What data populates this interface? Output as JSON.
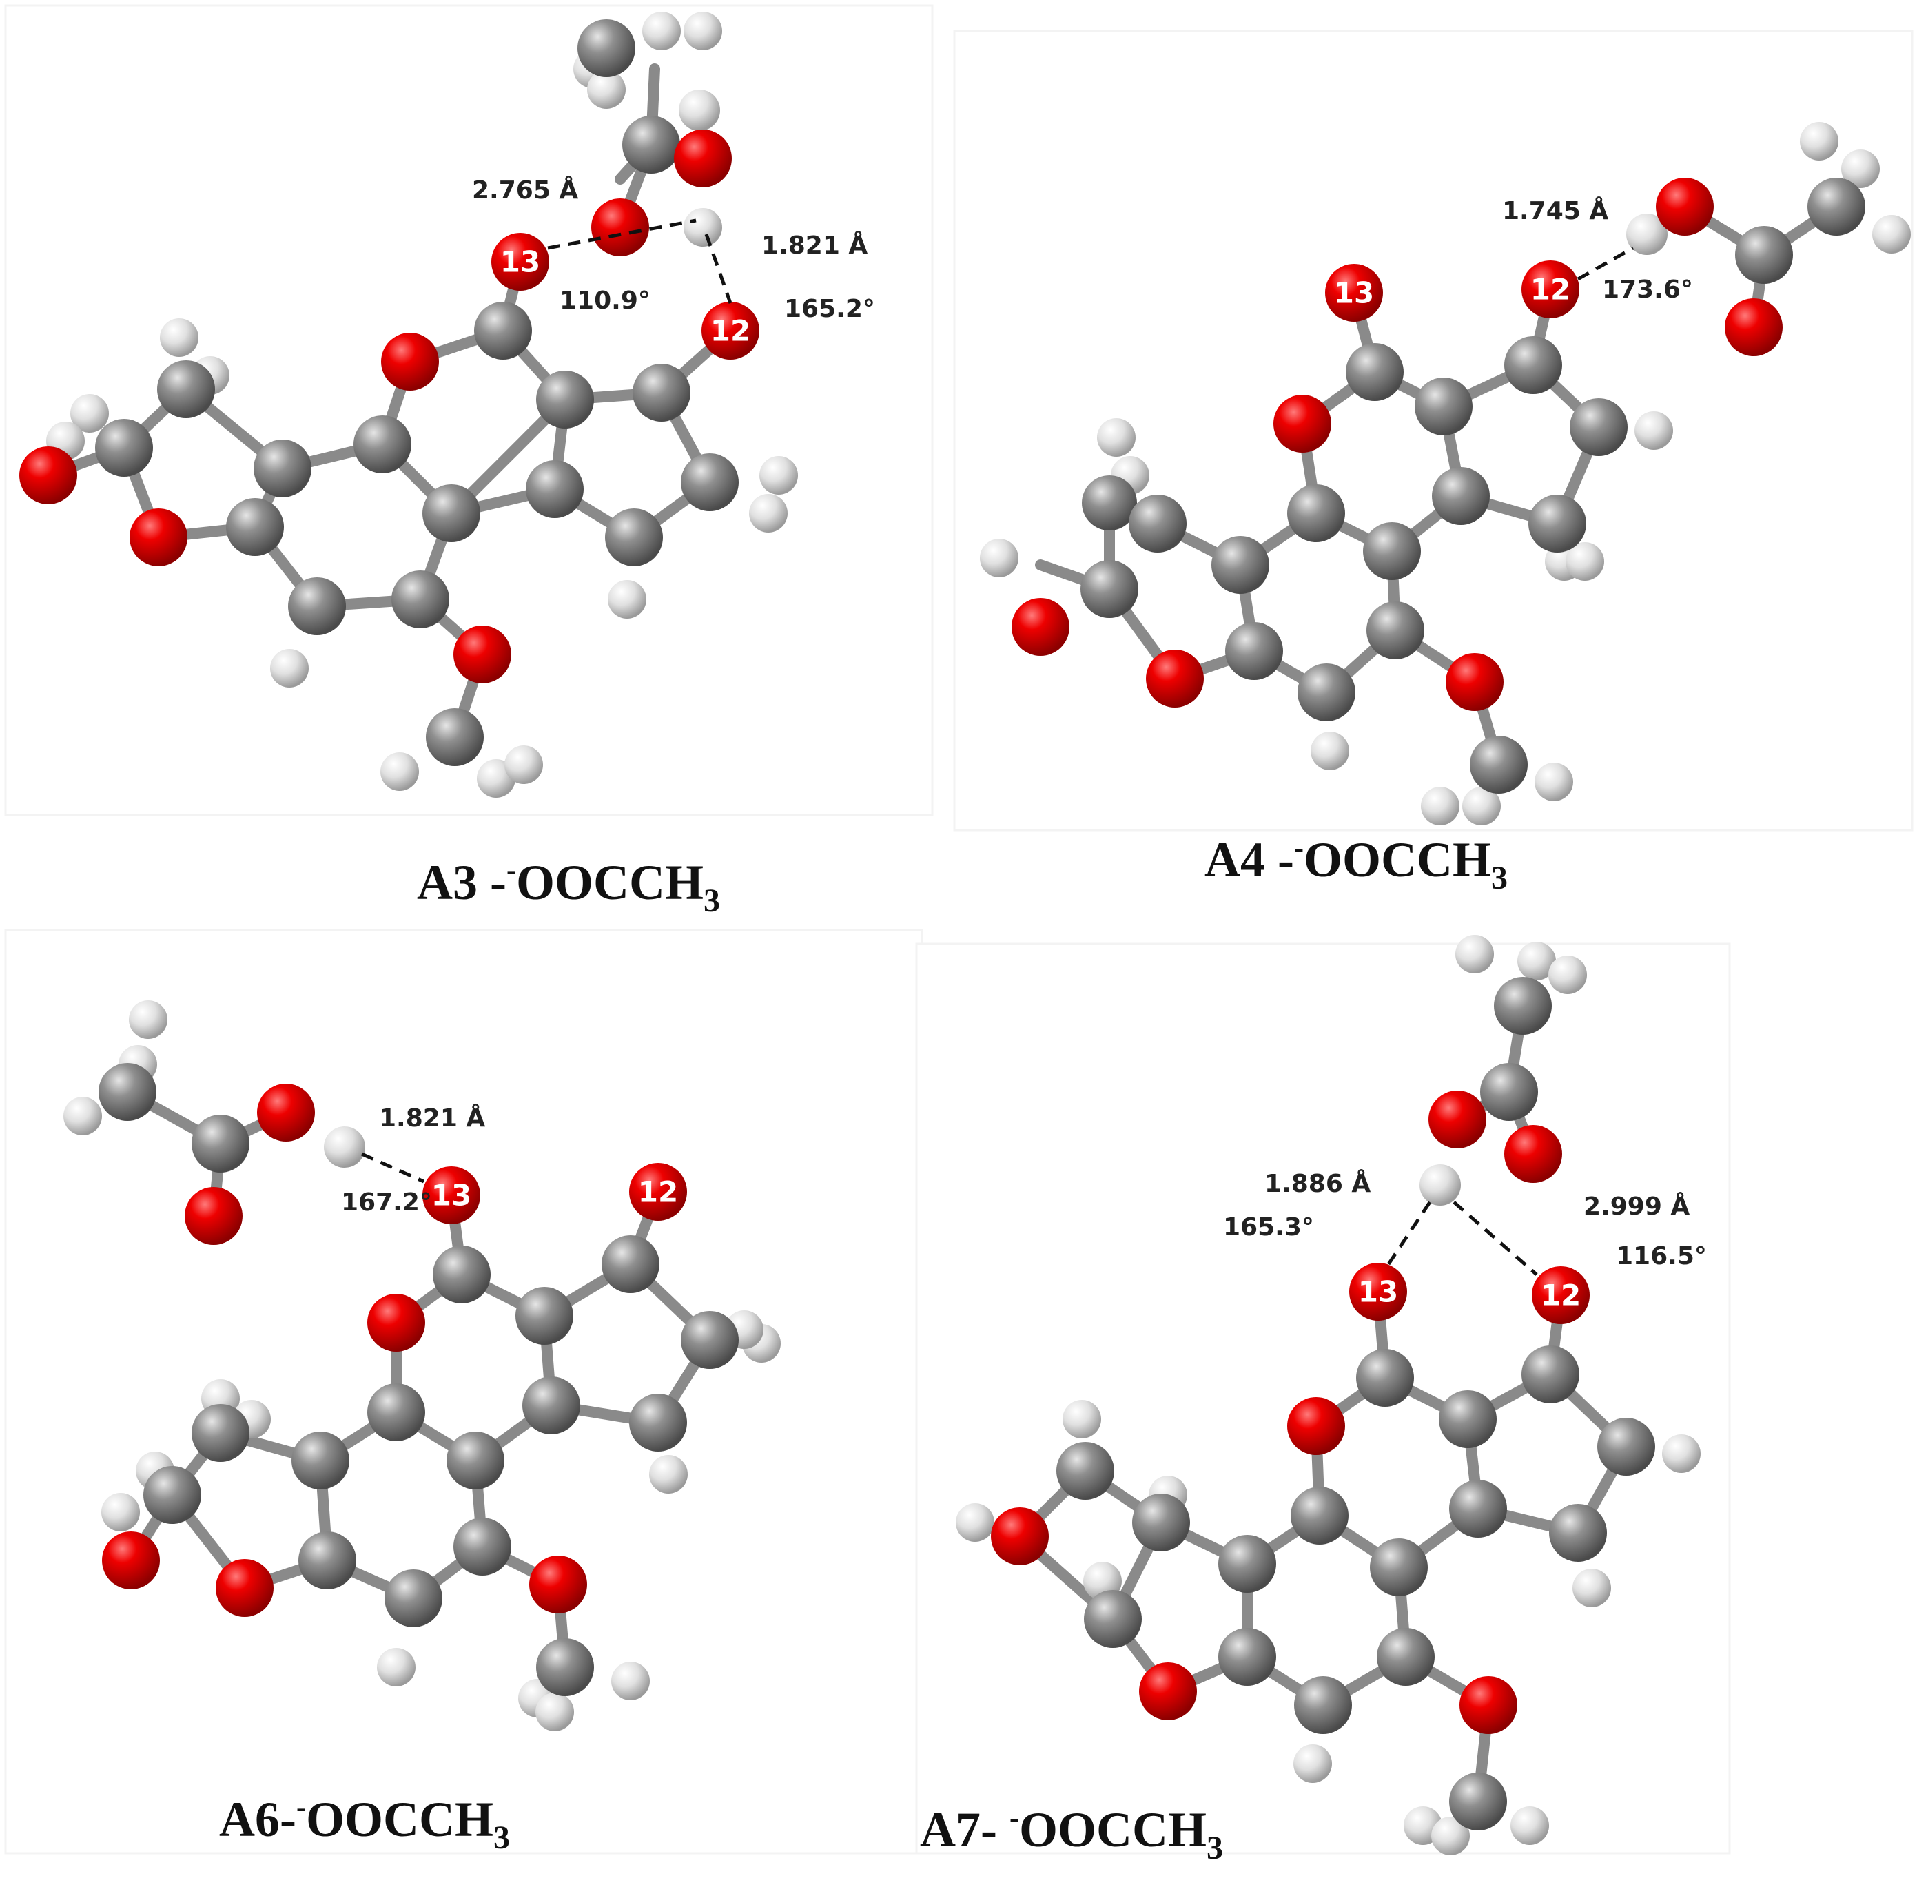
{
  "figure": {
    "colors": {
      "oxygen": "#e00000",
      "carbon": "#8c8c8c",
      "hydrogen": "#dcdcdc",
      "bond": "#8a8a8a"
    },
    "panels": [
      {
        "id": "A3",
        "caption": {
          "main": "A3 -",
          "sup": "-",
          "body": "OOCCH",
          "sub": "3"
        },
        "atom_labels": [
          "13",
          "12"
        ],
        "measurements": [
          "2.765 Å",
          "1.821 Å",
          "110.9°",
          "165.2°"
        ]
      },
      {
        "id": "A4",
        "caption": {
          "main": "A4 -",
          "sup": "-",
          "body": "OOCCH",
          "sub": "3"
        },
        "atom_labels": [
          "13",
          "12"
        ],
        "measurements": [
          "1.745 Å",
          "173.6°"
        ]
      },
      {
        "id": "A6",
        "caption": {
          "main": "A6-",
          "sup": "-",
          "body": "OOCCH",
          "sub": "3"
        },
        "atom_labels": [
          "13",
          "12"
        ],
        "measurements": [
          "1.821 Å",
          "167.2°"
        ]
      },
      {
        "id": "A7",
        "caption": {
          "main": "A7- ",
          "sup": "-",
          "body": "OOCCH",
          "sub": "3"
        },
        "atom_labels": [
          "13",
          "12"
        ],
        "measurements": [
          "1.886 Å",
          "165.3°",
          "2.999 Å",
          "116.5°"
        ]
      }
    ]
  }
}
